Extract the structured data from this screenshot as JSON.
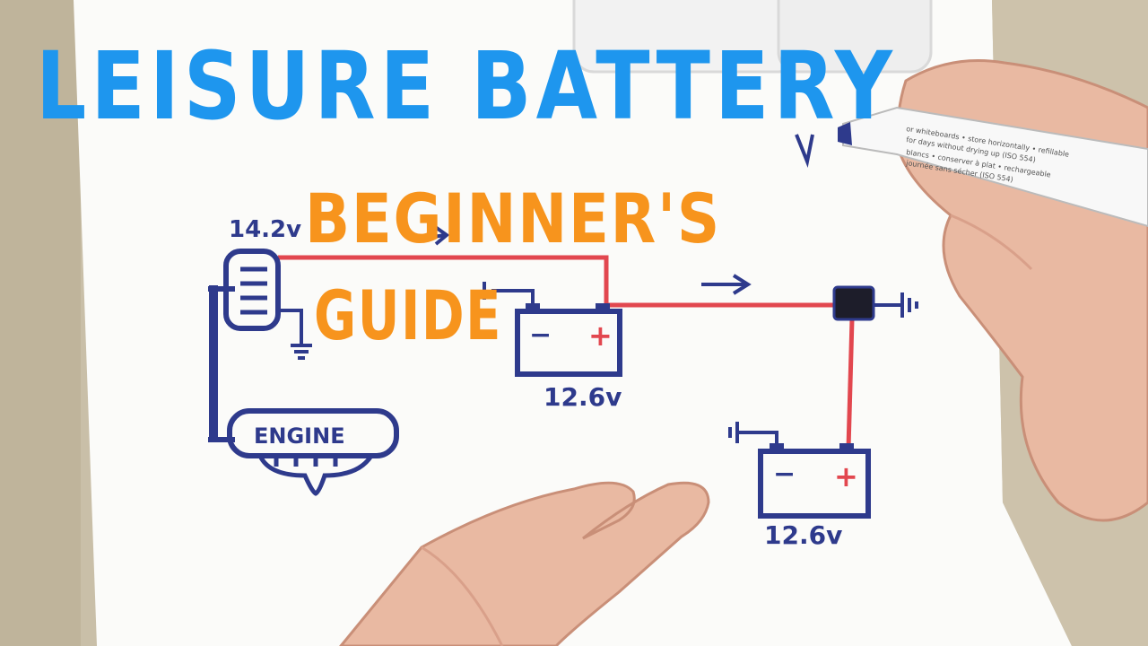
{
  "title": {
    "line1": "LEISURE BATTERY",
    "line2": "BEGINNER'S",
    "line3": "GUIDE"
  },
  "diagram": {
    "alternator_voltage": "14.2v",
    "engine_label": "ENGINE",
    "starter_battery_voltage": "12.6v",
    "leisure_battery_voltage": "12.6v",
    "minus_sign": "−",
    "plus_sign": "+"
  },
  "marker_text": {
    "line1": "or whiteboards • store horizontally • refillable",
    "line2": "for days without drying up (ISO 554)",
    "line3": "blancs • conserver à plat • rechargeable",
    "line4": "journée sans sécher (ISO 554)"
  },
  "colors": {
    "paper": "#fbfbf9",
    "table": "#c9bfa8",
    "ink_blue": "#2e3a8c",
    "ink_red": "#e2474f",
    "title_blue": "#1e96ee",
    "title_orange": "#f7941d",
    "skin": "#e9b9a2"
  }
}
